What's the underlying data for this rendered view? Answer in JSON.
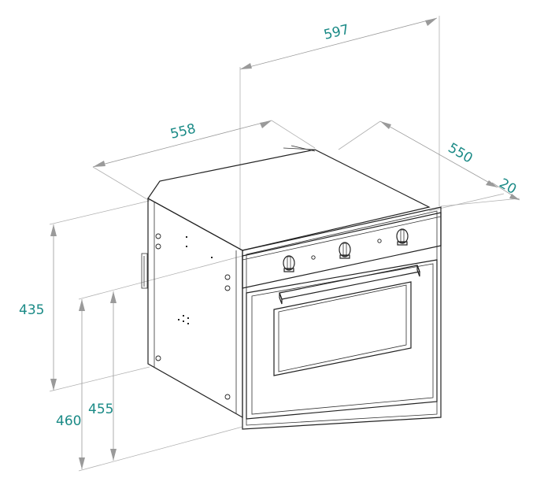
{
  "dimensions": {
    "width": "597",
    "depth_top": "558",
    "depth_side": "550",
    "front_thickness": "20",
    "height_body": "435",
    "height_total": "460",
    "height_cutout": "455"
  }
}
